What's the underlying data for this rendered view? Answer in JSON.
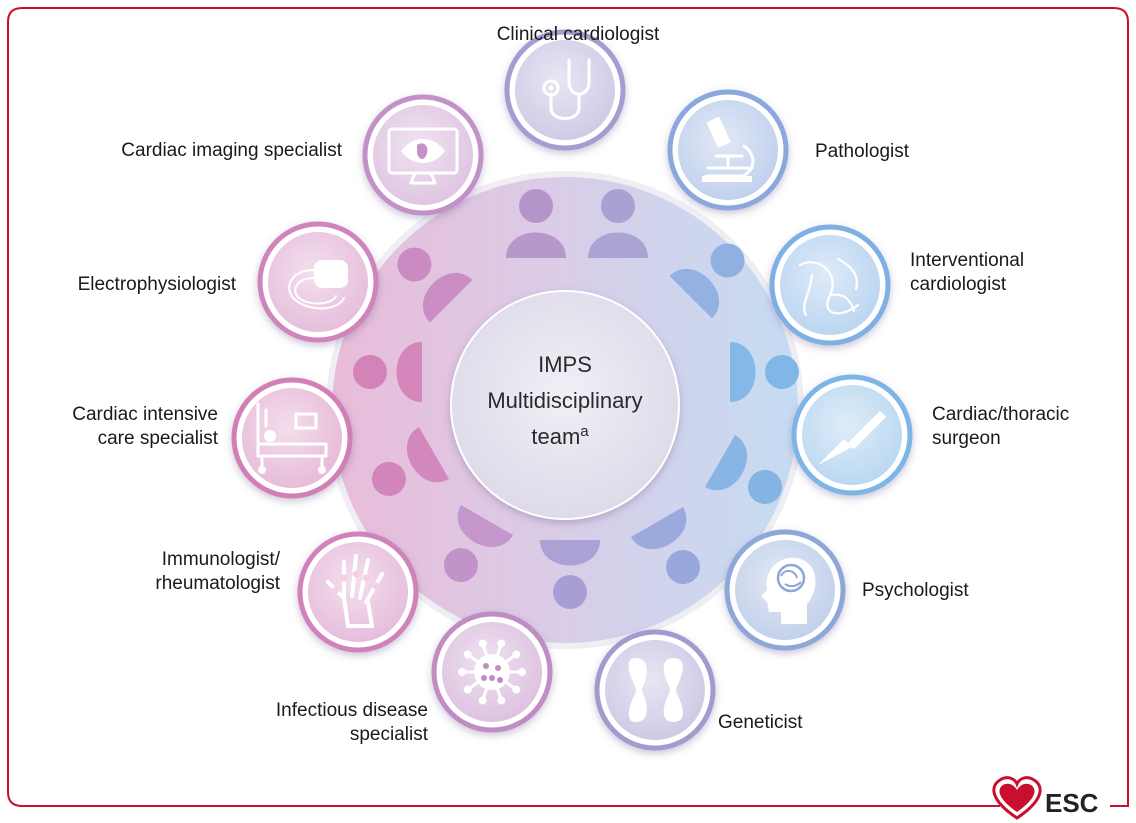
{
  "center": {
    "line1": "IMPS",
    "line2": "Multidisciplinary",
    "line3": "team",
    "superscript": "a"
  },
  "roles": [
    {
      "lines": [
        "Clinical cardiologist"
      ],
      "icon": "stethoscope-icon",
      "color": "#a79bd0"
    },
    {
      "lines": [
        "Pathologist"
      ],
      "icon": "microscope-icon",
      "color": "#8aa8dc"
    },
    {
      "lines": [
        "Interventional",
        "cardiologist"
      ],
      "icon": "coronary-arteries-icon",
      "color": "#7fb0e3"
    },
    {
      "lines": [
        "Cardiac/thoracic",
        "surgeon"
      ],
      "icon": "scalpel-icon",
      "color": "#7db6e6"
    },
    {
      "lines": [
        "Psychologist"
      ],
      "icon": "head-brain-icon",
      "color": "#8ea7d8"
    },
    {
      "lines": [
        "Geneticist"
      ],
      "icon": "chromosome-icon",
      "color": "#a39bcf"
    },
    {
      "lines": [
        "Infectious disease",
        "specialist"
      ],
      "icon": "virus-icon",
      "color": "#c08cc4"
    },
    {
      "lines": [
        "Immunologist/",
        "rheumatologist"
      ],
      "icon": "hand-joints-icon",
      "color": "#d083bb"
    },
    {
      "lines": [
        "Cardiac intensive",
        "care specialist"
      ],
      "icon": "hospital-bed-icon",
      "color": "#d27fb5"
    },
    {
      "lines": [
        "Electrophysiologist"
      ],
      "icon": "pacemaker-icon",
      "color": "#cf85bb"
    },
    {
      "lines": [
        "Cardiac imaging specialist"
      ],
      "icon": "imaging-monitor-icon",
      "color": "#c291c8"
    }
  ],
  "logo": {
    "text": "ESC",
    "heart_color": "#c8102e"
  },
  "colors": {
    "frame": "#c8102e",
    "pink": "#d37fb7",
    "purple": "#a89bd0",
    "blue": "#76b4e4"
  }
}
